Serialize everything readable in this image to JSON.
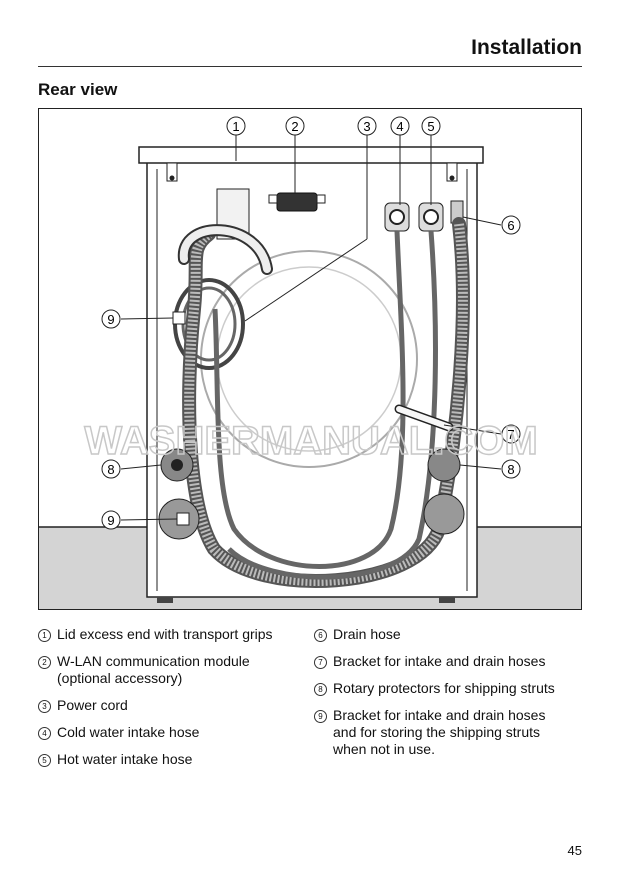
{
  "header": {
    "title": "Installation"
  },
  "section": {
    "title": "Rear view"
  },
  "figure": {
    "callouts": [
      "1",
      "2",
      "3",
      "4",
      "5",
      "6",
      "7",
      "8",
      "9",
      "8",
      "9"
    ],
    "watermark": "WASHERMANUAL.COM"
  },
  "legend": [
    {
      "num": "1",
      "text": "Lid excess end with transport grips"
    },
    {
      "num": "2",
      "text": "W-LAN communication module\n(optional accessory)"
    },
    {
      "num": "3",
      "text": "Power cord"
    },
    {
      "num": "4",
      "text": "Cold water intake hose"
    },
    {
      "num": "5",
      "text": "Hot water intake hose"
    },
    {
      "num": "6",
      "text": "Drain hose"
    },
    {
      "num": "7",
      "text": "Bracket for intake and drain hoses"
    },
    {
      "num": "8",
      "text": "Rotary protectors for shipping struts"
    },
    {
      "num": "9",
      "text": "Bracket for intake and drain hoses\nand for storing the shipping struts\nwhen not in use."
    }
  ],
  "page_number": "45"
}
